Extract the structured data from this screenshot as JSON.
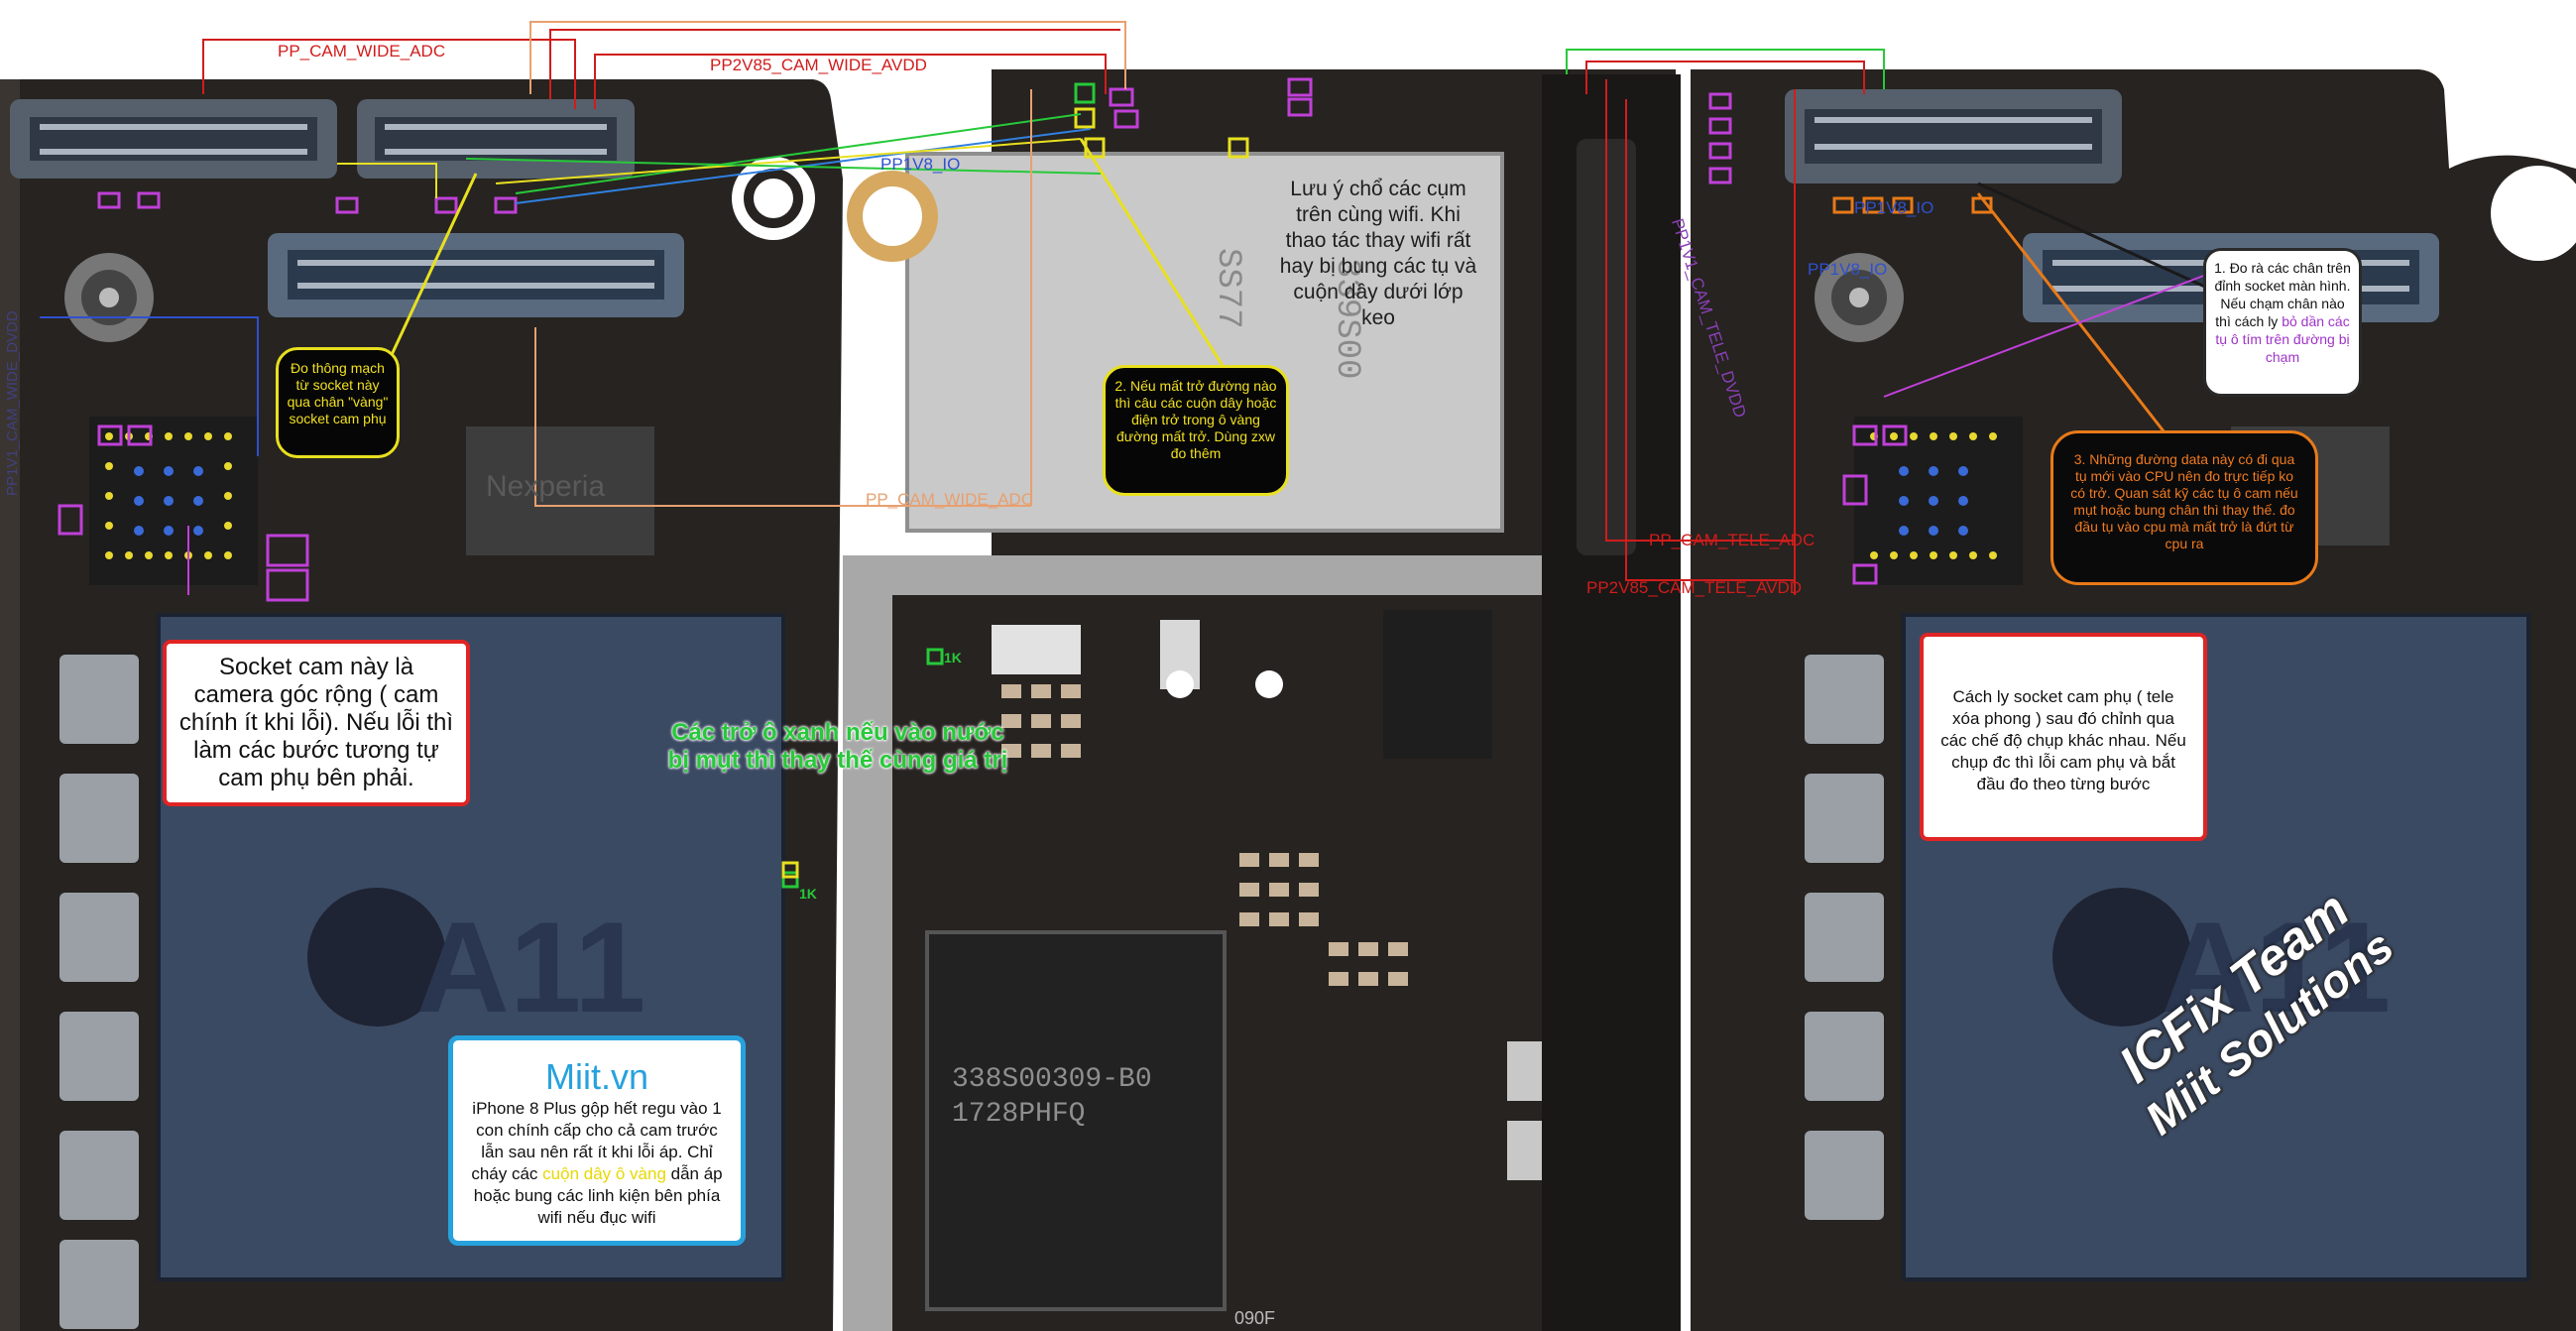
{
  "signals": {
    "cam_wide_adc": "PP_CAM_WIDE_ADC",
    "cam_wide_avdd": "PP2V85_CAM_WIDE_AVDD",
    "cam_wide_dvdd": "PP1V1_CAM_WIDE_DVDD",
    "pp1v8_io_left": "PP1V8_IO",
    "pp_cam_wide_adc_mid": "PP_CAM_WIDE_ADC",
    "cam_tele_adc": "PP_CAM_TELE_ADC",
    "cam_tele_avdd": "PP2V85_CAM_TELE_AVDD",
    "cam_tele_dvdd": "PP1V1_CAM_TELE_DVDD",
    "pp1v8_io_right": "PP1V8_IO",
    "pp1v8_io_right2": "PP1V8_IO"
  },
  "notes": {
    "wifi_warning": "Lưu ý chổ các cụm trên cùng wifi. Khi thao tác thay wifi rất hay bị bung các tụ và cuộn dây dưới lớp keo",
    "step2": "2. Nếu mất trở đường nào thì câu các cuộn dây hoặc điện trở trong ô vàng đường mất trở. Dùng zxw đo thêm",
    "socket_continuity": "Đo thông mạch từ socket này qua chân \"vàng\" socket cam phụ",
    "wide_socket": "Socket cam này là camera góc rộng ( cam chính ít khi lỗi). Nếu lỗi thì làm các bước tương tự cam phụ bên phải.",
    "green_resistors": "Các trở ô xanh nếu vào nước bị mụt thì thay thế cùng giá trị",
    "step1_a": "1. Đo rà các chân trên đỉnh socket màn hình. Nếu chạm chân nào thì cách ly ",
    "step1_b": "bỏ dần các tụ ô tím trên đường bị chạm",
    "step3": "3. Những đường data này có đi qua tụ mới vào CPU nên đo trực tiếp ko có trở. Quan sát kỹ các tụ ô cam nếu mụt hoặc bung chân thì thay thế. đo đầu tụ vào cpu mà mất trở là đứt từ cpu ra",
    "isolate_socket": "Cách ly socket cam phụ ( tele xóa phong ) sau đó chỉnh qua các chế độ chụp khác nhau. Nếu chụp đc thì lỗi cam phụ và bắt đầu đo theo từng bước"
  },
  "miit": {
    "title": "Miit.vn",
    "body_a": "iPhone 8 Plus gộp hết regu vào 1 con chính cấp cho cả cam trước lẫn sau nên rất ít khi lỗi áp. Chỉ cháy các ",
    "body_hl": "cuộn dây ô vàng",
    "body_b": " dẫn áp hoặc bung các linh kiện bên phía wifi nếu đục wifi"
  },
  "watermark": {
    "line1": "ICFix Team",
    "line2": "Miit Solutions"
  },
  "chips": {
    "cpu_left": "A11",
    "cpu_right": "A11",
    "wifi_chip": "339S00",
    "wifi_chip2": "SS77",
    "pmic_line1": "338S00309-B0",
    "pmic_line2": "1728PHFQ",
    "ic_left": "Nexperia",
    "small_label": "1K",
    "small_label2": "1K",
    "bottom_label": "090F"
  },
  "colors": {
    "board": "#2a2a2a",
    "cpu": "#3b4a63",
    "red_line": "#d11c1c",
    "yellow_line": "#e8e020",
    "green_line": "#27c93a",
    "purple_box": "#c040d8",
    "orange_line": "#e87a18",
    "blue_label": "#3050d0"
  }
}
